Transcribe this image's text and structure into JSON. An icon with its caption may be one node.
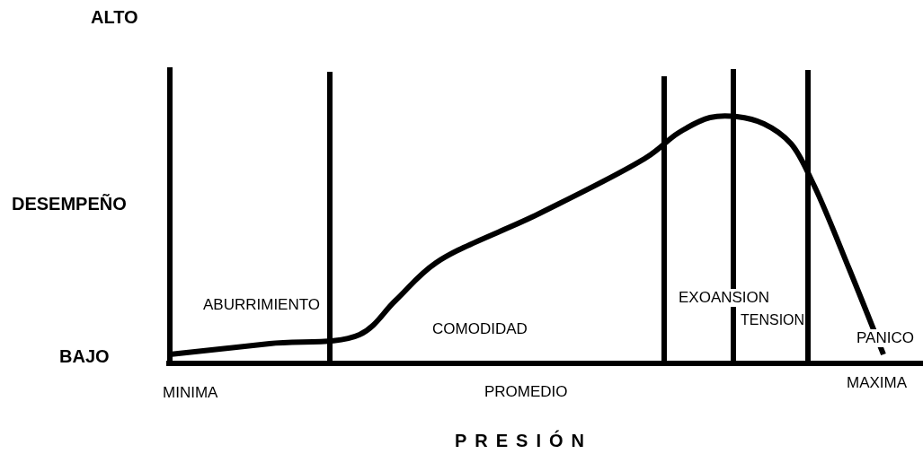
{
  "diagram": {
    "labels": [
      "ALTO",
      "DESEMPEÑO",
      "BAJO",
      "ABURRIMIENTO",
      "COMODIDAD",
      "EXOANSION",
      "TENSION",
      "PANICO",
      "MINIMA",
      "PROMEDIO",
      "MAXIMA",
      "PRESIÓN"
    ]
  }
}
